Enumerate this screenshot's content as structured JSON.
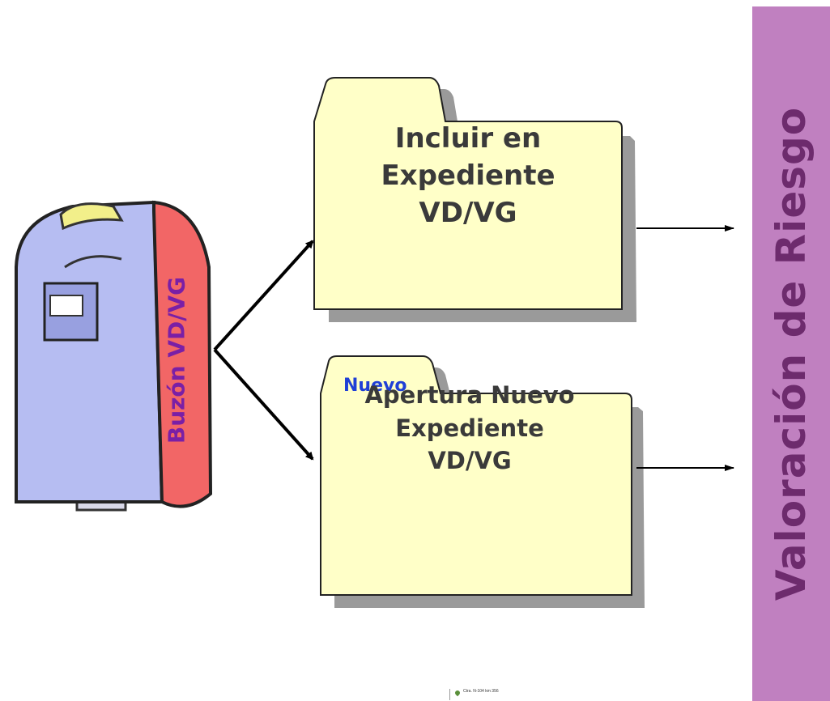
{
  "mailbox": {
    "label": "Buzón VD/VG",
    "icon": "mailbox-icon"
  },
  "folders": [
    {
      "lines": [
        "Incluir en",
        "Expediente",
        "VD/VG"
      ]
    },
    {
      "tab_tag": "Nuevo",
      "lines": [
        "Apertura Nuevo",
        "Expediente",
        "VD/VG"
      ]
    }
  ],
  "side_panel": {
    "title": "Valoración de Riesgo",
    "color": "#c080c0",
    "text_color": "#6d2b6d"
  },
  "footer": {
    "lines": [
      "Ctra. N-104 km 356",
      ""
    ]
  },
  "colors": {
    "folder_fill": "#ffffc8",
    "folder_stroke": "#222222",
    "shadow": "#9a9a9a",
    "mailbox_body": "#b6bdf2",
    "mailbox_door": "#f26666"
  }
}
